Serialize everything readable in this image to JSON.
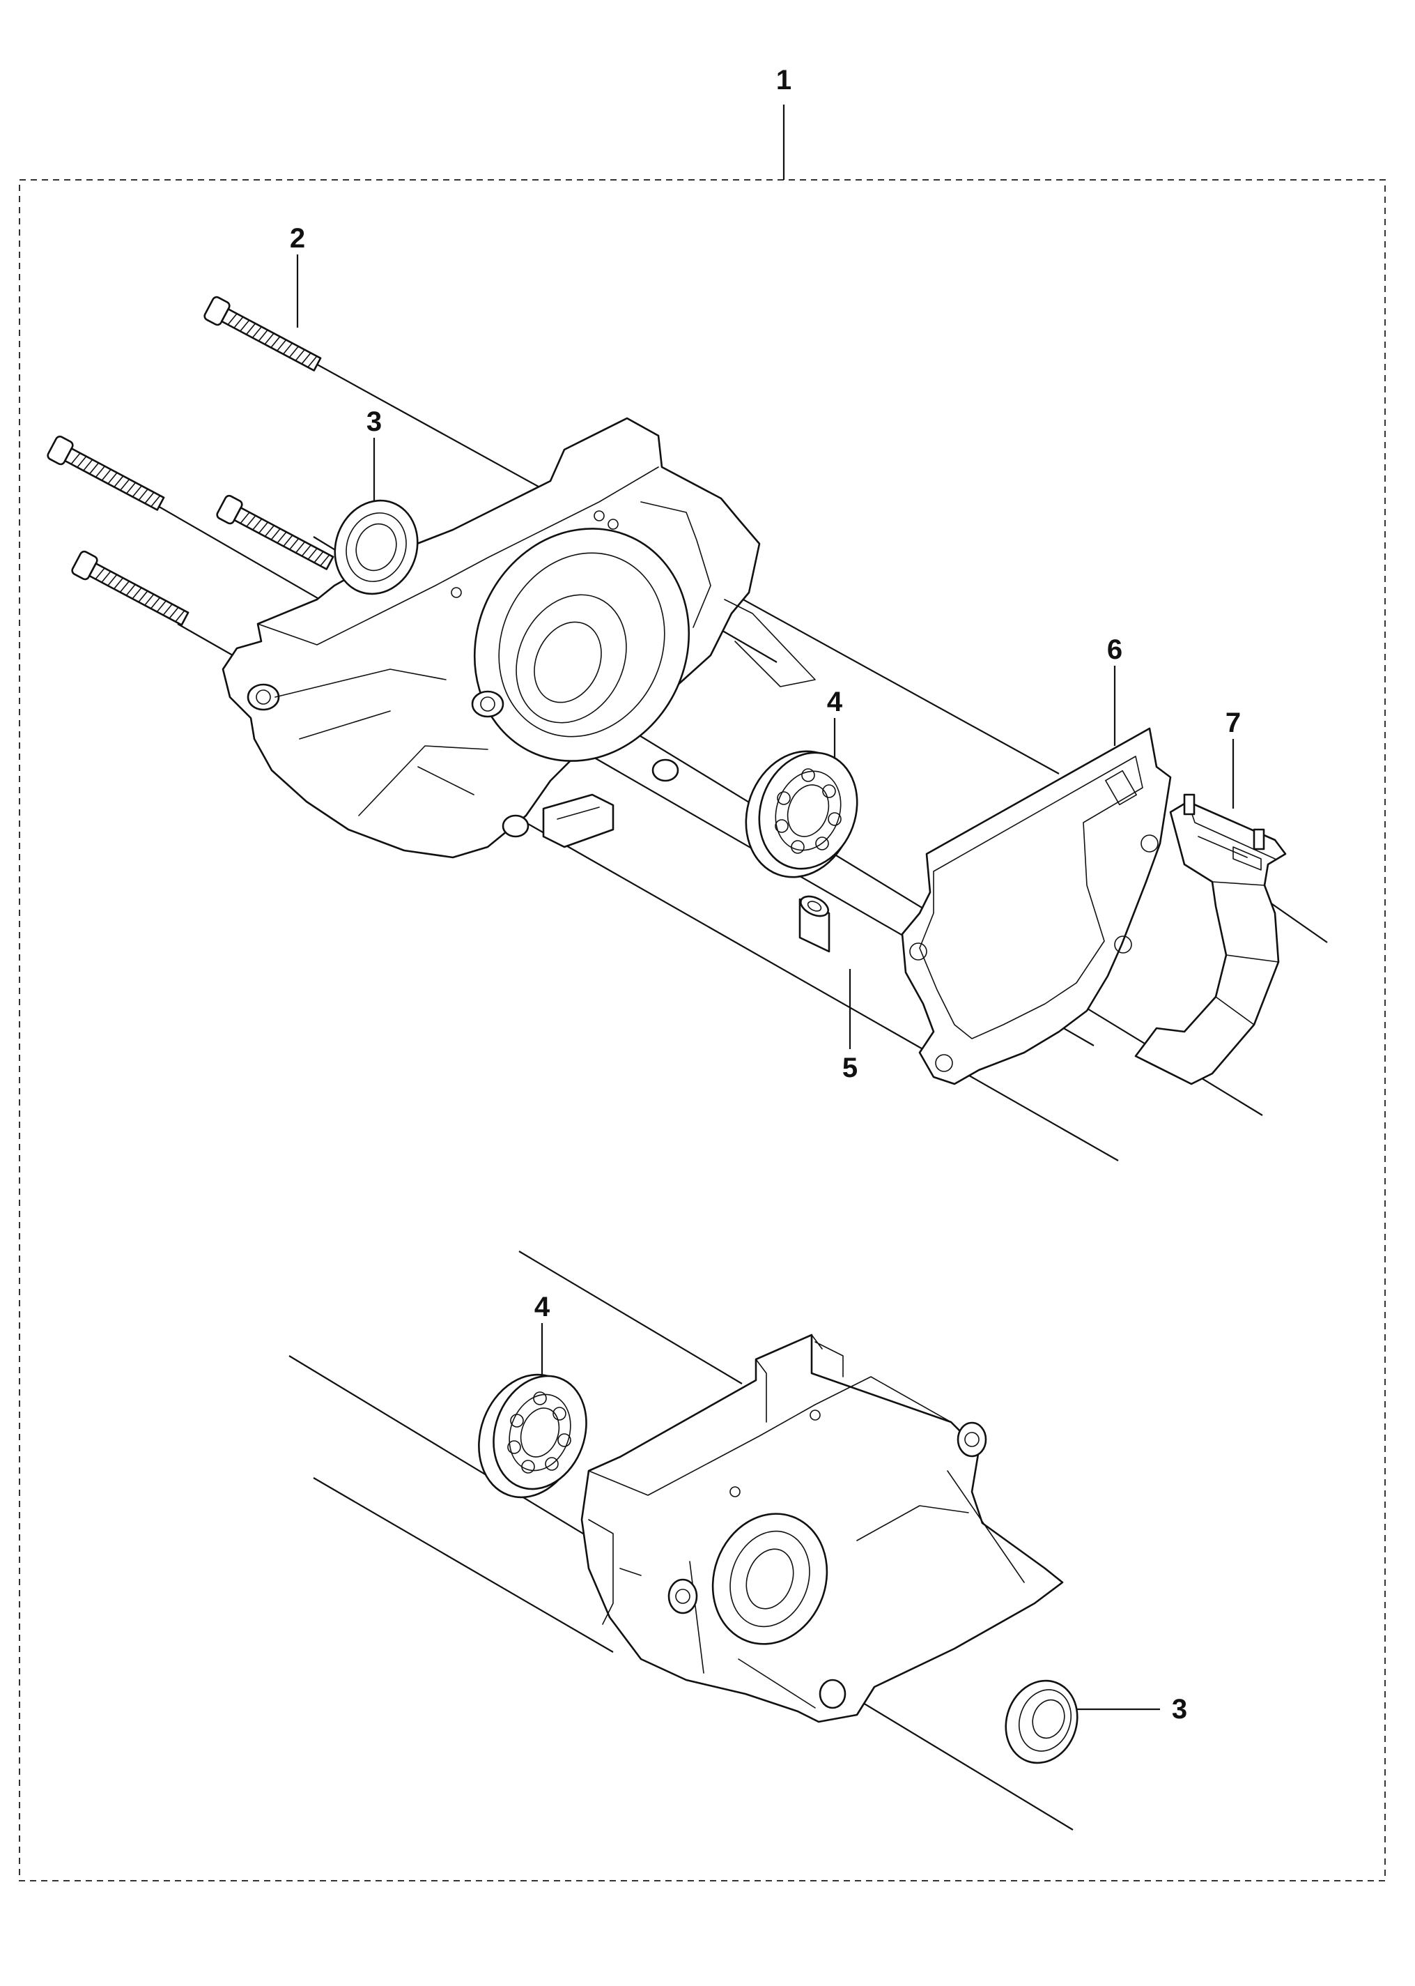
{
  "callouts": {
    "c1": "1",
    "c2": "2",
    "c3_top": "3",
    "c4_top": "4",
    "c5": "5",
    "c6": "6",
    "c7": "7",
    "c4_bottom": "4",
    "c3_bottom": "3"
  }
}
